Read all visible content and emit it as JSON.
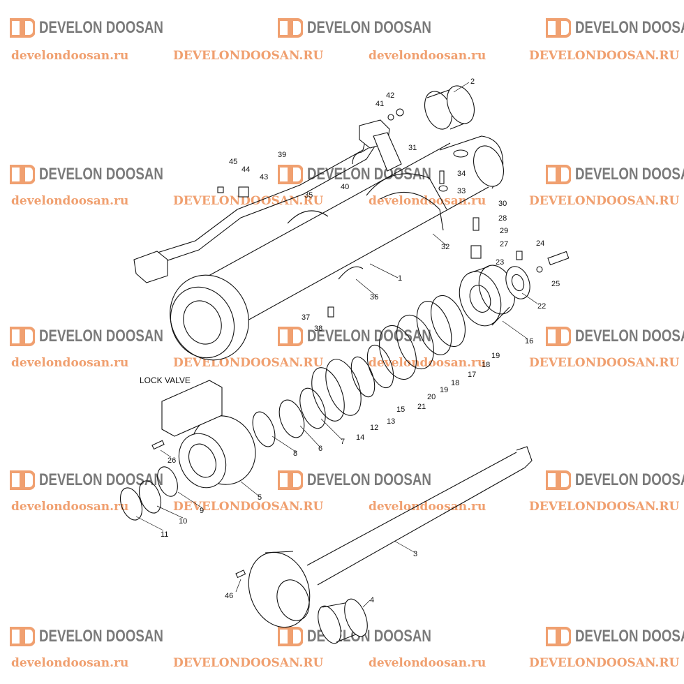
{
  "watermark": {
    "brand": "DEVELON DOOSAN",
    "url_lower": "develondoosan.ru",
    "url_upper": "DEVELONDOOSAN.RU",
    "logo_color": "#f0a070",
    "text_color": "#7a7a7a"
  },
  "diagram": {
    "lock_valve_label": "LOCK VALVE",
    "part_numbers": [
      "1",
      "2",
      "3",
      "4",
      "5",
      "6",
      "7",
      "8",
      "9",
      "10",
      "11",
      "12",
      "13",
      "14",
      "15",
      "16",
      "17",
      "18",
      "18",
      "19",
      "19",
      "20",
      "21",
      "22",
      "23",
      "24",
      "25",
      "26",
      "27",
      "28",
      "29",
      "30",
      "31",
      "32",
      "33",
      "34",
      "35",
      "36",
      "37",
      "38",
      "39",
      "40",
      "41",
      "42",
      "43",
      "44",
      "45",
      "46"
    ]
  }
}
